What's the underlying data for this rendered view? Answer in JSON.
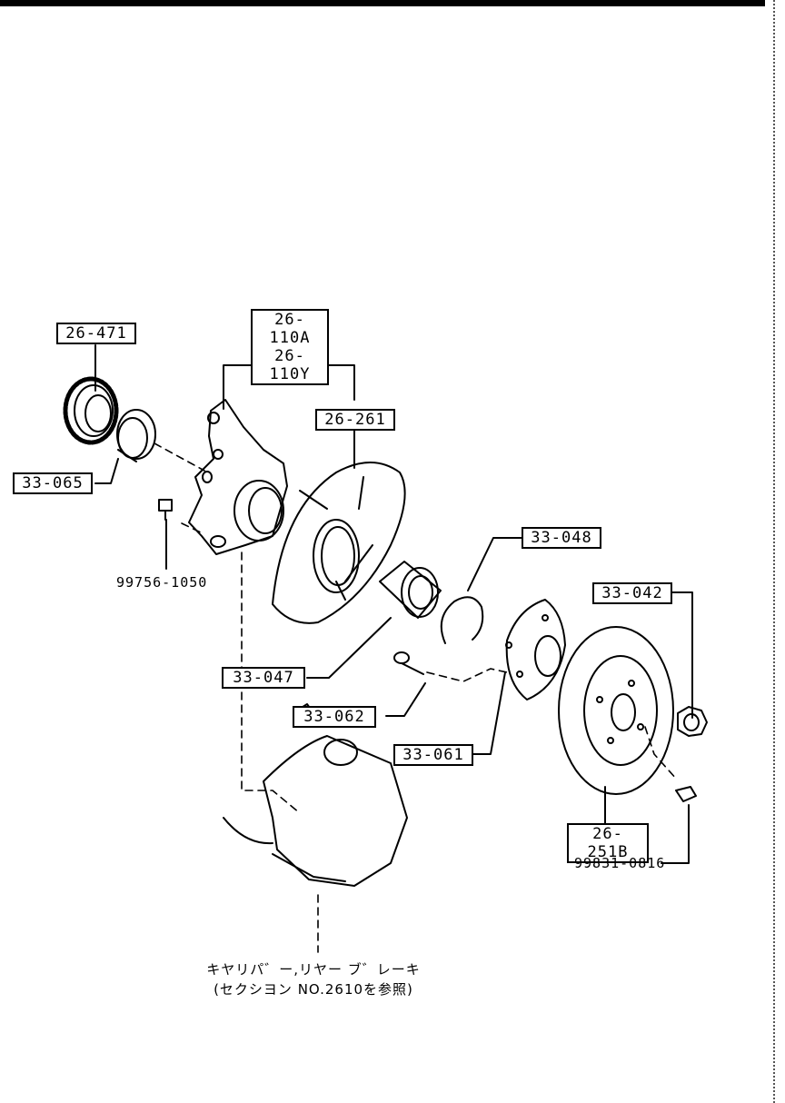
{
  "parts": {
    "tone_ring": "26-471",
    "knuckle_a": "26-110A",
    "knuckle_y": "26-110Y",
    "dust_cover": "26-261",
    "seal": "33-065",
    "bolt_left": "99756-1050",
    "snap_ring": "33-048",
    "nut": "33-042",
    "bearing": "33-047",
    "hub_bolt": "33-062",
    "hub": "33-061",
    "disc": "26-251B",
    "screw": "99831-0816"
  },
  "reference_note": {
    "line1": "キヤリパ゛ー,リヤー ブ゛レーキ",
    "line2": "(セクシヨン NO.2610を参照)"
  }
}
